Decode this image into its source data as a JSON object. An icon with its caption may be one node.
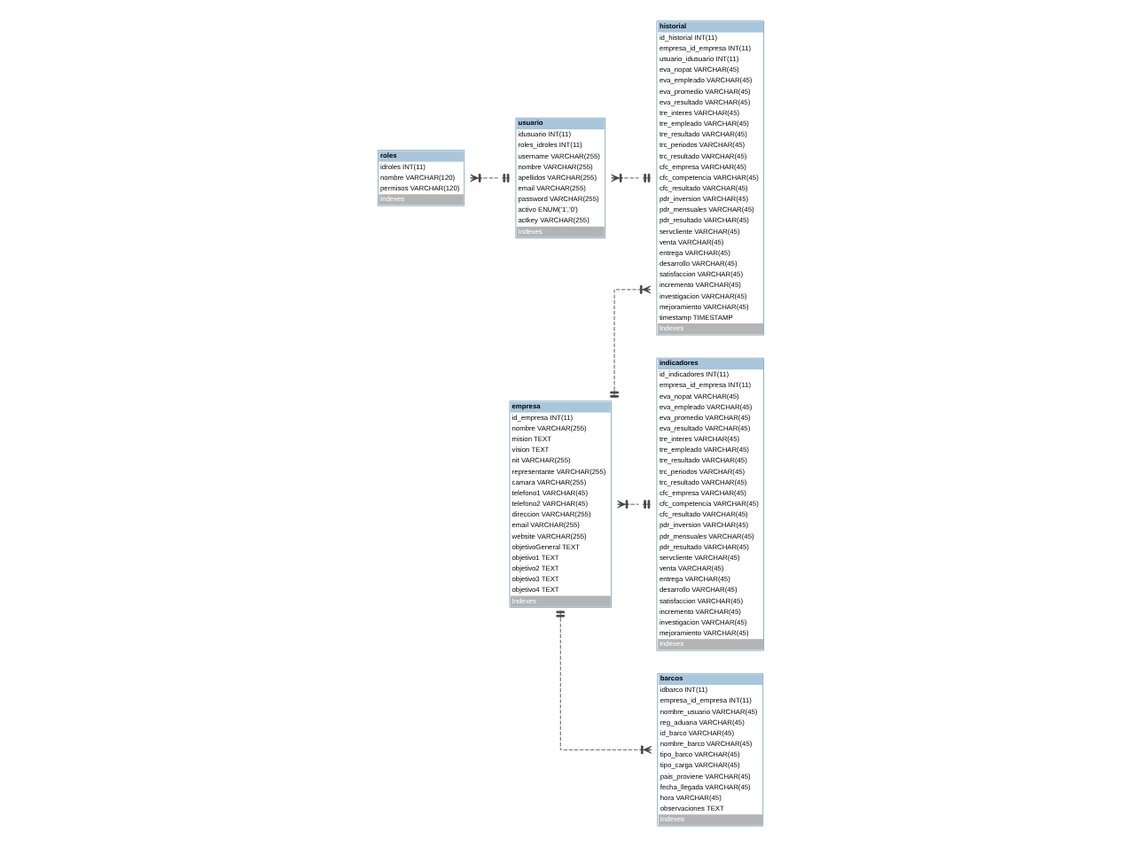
{
  "diagram": {
    "nodes": [
      {
        "text": [
          "roles",
          "idroles INT(11)",
          "nombre VARCHAR(120)",
          "permisos VARCHAR(120)",
          "Indexes"
        ]
      },
      {
        "text": [
          "usuario",
          "idusuario INT(11)",
          "roles_idroles INT(11)",
          "username VARCHAR(255)",
          "nombre VARCHAR(255)",
          "apellidos VARCHAR(255)",
          "email VARCHAR(255)",
          "password VARCHAR(255)",
          "activo ENUM('1','0')",
          "actkey VARCHAR(255)",
          "Indexes"
        ]
      },
      {
        "text": [
          "historial",
          "id_historial INT(11)",
          "empresa_id_empresa INT(11)",
          "usuario_idusuario INT(11)",
          "eva_nopat VARCHAR(45)",
          "eva_empleado VARCHAR(45)",
          "eva_promedio VARCHAR(45)",
          "eva_resultado VARCHAR(45)",
          "tre_interes VARCHAR(45)",
          "tre_empleado VARCHAR(45)",
          "tre_resultado VARCHAR(45)",
          "trc_periodos VARCHAR(45)",
          "trc_resultado VARCHAR(45)",
          "cfc_empresa VARCHAR(45)",
          "cfc_competencia VARCHAR(45)",
          "cfc_resultado VARCHAR(45)",
          "pdr_inversion VARCHAR(45)",
          "pdr_mensuales VARCHAR(45)",
          "pdr_resultado VARCHAR(45)",
          "servcliente VARCHAR(45)",
          "venta VARCHAR(45)",
          "entrega VARCHAR(45)",
          "desarrollo VARCHAR(45)",
          "satisfaccion VARCHAR(45)",
          "incremento VARCHAR(45)",
          "investigacion VARCHAR(45)",
          "mejoramiento VARCHAR(45)",
          "timestamp TIMESTAMP",
          "Indexes"
        ]
      },
      {
        "text": [
          "empresa",
          "id_empresa INT(11)",
          "nombre VARCHAR(255)",
          "mision TEXT",
          "vision TEXT",
          "nit VARCHAR(255)",
          "representante VARCHAR(255)",
          "camara VARCHAR(255)",
          "telefono1 VARCHAR(45)",
          "telefono2 VARCHAR(45)",
          "direccion VARCHAR(255)",
          "email VARCHAR(255)",
          "website VARCHAR(255)",
          "objetivoGeneral TEXT",
          "objetivo1 TEXT",
          "objetivo2 TEXT",
          "objetivo3 TEXT",
          "objetivo4 TEXT",
          "Indexes"
        ]
      },
      {
        "text": [
          "indicadores",
          "id_indicadores INT(11)",
          "empresa_id_empresa INT(11)",
          "eva_nopat VARCHAR(45)",
          "eva_empleado VARCHAR(45)",
          "eva_promedio VARCHAR(45)",
          "eva_resultado VARCHAR(45)",
          "tre_interes VARCHAR(45)",
          "tre_empleado VARCHAR(45)",
          "tre_resultado VARCHAR(45)",
          "trc_periodos VARCHAR(45)",
          "trc_resultado VARCHAR(45)",
          "cfc_empresa VARCHAR(45)",
          "cfc_competencia VARCHAR(45)",
          "cfc_resultado VARCHAR(45)",
          "pdr_inversion VARCHAR(45)",
          "pdr_mensuales VARCHAR(45)",
          "pdr_resultado VARCHAR(45)",
          "servcliente VARCHAR(45)",
          "venta VARCHAR(45)",
          "entrega VARCHAR(45)",
          "desarrollo VARCHAR(45)",
          "satisfaccion VARCHAR(45)",
          "incremento VARCHAR(45)",
          "investigacion VARCHAR(45)",
          "mejoramiento VARCHAR(45)",
          "Indexes"
        ]
      },
      {
        "text": [
          "barcos",
          "idbarco INT(11)",
          "empresa_id_empresa INT(11)",
          "nombre_usuario VARCHAR(45)",
          "reg_aduana VARCHAR(45)",
          "id_barco VARCHAR(45)",
          "nombre_barco VARCHAR(45)",
          "tipo_barco VARCHAR(45)",
          "tipo_carga VARCHAR(45)",
          "pais_proviene VARCHAR(45)",
          "fecha_llegada VARCHAR(45)",
          "hora VARCHAR(45)",
          "observaciones TEXT",
          "Indexes"
        ]
      }
    ],
    "edges": [
      {
        "from": 0,
        "to": 1,
        "arrow": "other",
        "style": "dashed"
      },
      {
        "from": 1,
        "to": 2,
        "arrow": "other",
        "style": "dashed"
      },
      {
        "from": 3,
        "to": 2,
        "arrow": "other",
        "style": "dashed"
      },
      {
        "from": 3,
        "to": 4,
        "arrow": "other",
        "style": "dashed"
      },
      {
        "from": 3,
        "to": 5,
        "arrow": "other",
        "style": "dashed"
      }
    ]
  }
}
